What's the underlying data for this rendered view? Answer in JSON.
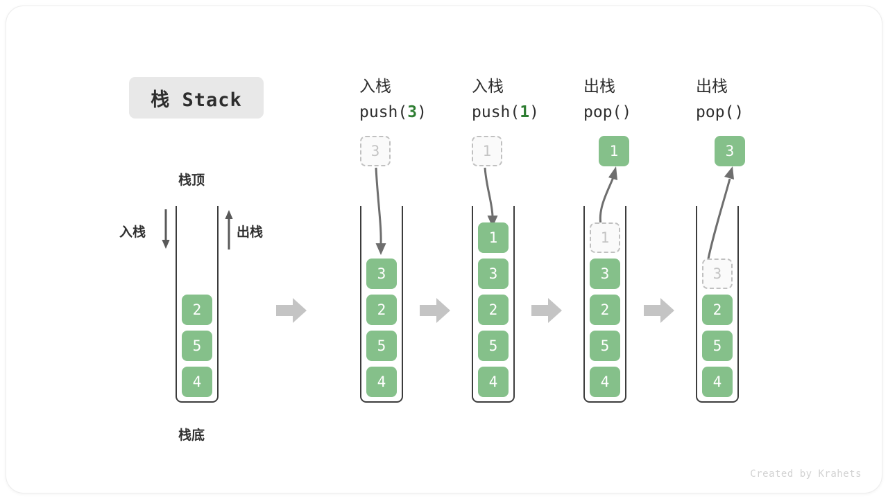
{
  "title": {
    "label": "栈 Stack"
  },
  "colors": {
    "cell_fill": "#85c08a",
    "cell_text": "#ffffff",
    "ghost_fill": "#fafafa",
    "ghost_border": "#c0c0c0",
    "ghost_text": "#c4c4c4",
    "container_stroke": "#3c3c3c",
    "accent_green": "#2e7d32",
    "arrow_gray": "#6e6e6e",
    "block_arrow_gray": "#c4c4c4",
    "pill_bg": "#e8e8e8",
    "credit_text": "#d2d2d2"
  },
  "initial_stack": {
    "top_label": "栈顶",
    "bottom_label": "栈底",
    "push_label": "入栈",
    "pop_label": "出栈",
    "values": [
      "2",
      "5",
      "4"
    ]
  },
  "steps": [
    {
      "id": "push-3",
      "head_cn": "入栈",
      "head_code_prefix": "push(",
      "head_code_num": "3",
      "head_code_suffix": ")",
      "floating": {
        "value": "3",
        "style": "ghost"
      },
      "motion": "down",
      "values": [
        "3",
        "2",
        "5",
        "4"
      ],
      "ghost_index": -1
    },
    {
      "id": "push-1",
      "head_cn": "入栈",
      "head_code_prefix": "push(",
      "head_code_num": "1",
      "head_code_suffix": ")",
      "floating": {
        "value": "1",
        "style": "ghost"
      },
      "motion": "down",
      "values": [
        "1",
        "3",
        "2",
        "5",
        "4"
      ],
      "ghost_index": -1
    },
    {
      "id": "pop-1",
      "head_cn": "出栈",
      "head_code_prefix": "pop(",
      "head_code_num": "",
      "head_code_suffix": ")",
      "floating": {
        "value": "1",
        "style": "solid"
      },
      "motion": "up",
      "values": [
        "1",
        "3",
        "2",
        "5",
        "4"
      ],
      "ghost_index": 0
    },
    {
      "id": "pop-3",
      "head_cn": "出栈",
      "head_code_prefix": "pop(",
      "head_code_num": "",
      "head_code_suffix": ")",
      "floating": {
        "value": "3",
        "style": "solid"
      },
      "motion": "up",
      "values": [
        "3",
        "2",
        "5",
        "4"
      ],
      "ghost_index": 0
    }
  ],
  "credit": "Created by Krahets"
}
